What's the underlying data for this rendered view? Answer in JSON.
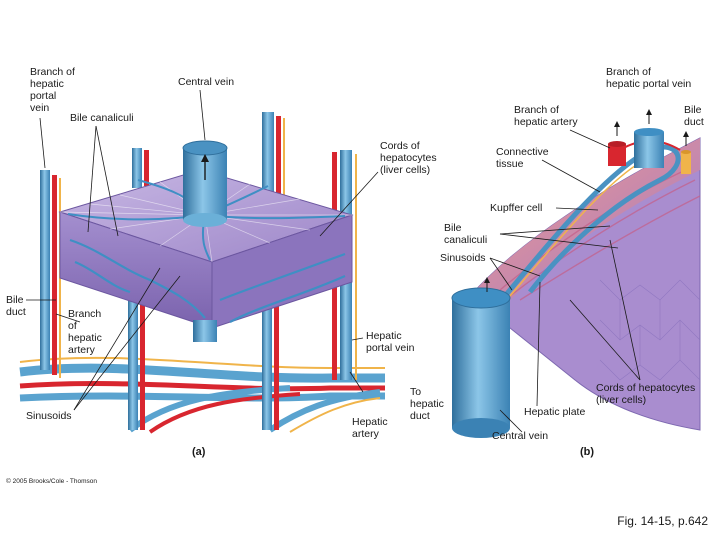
{
  "panel_a": {
    "letter": "(a)",
    "labels": {
      "branch_portal_vein": "Branch of\nhepatic\nportal\nvein",
      "central_vein": "Central vein",
      "bile_canaliculi": "Bile canaliculi",
      "cords": "Cords of\nhepatocytes\n(liver cells)",
      "bile_duct": "Bile\nduct",
      "branch_artery": "Branch\nof\nhepatic\nartery",
      "hepatic_portal_vein": "Hepatic\nportal vein",
      "to_hepatic_duct": "To\nhepatic\nduct",
      "sinusoids": "Sinusoids",
      "hepatic_artery": "Hepatic\nartery"
    }
  },
  "panel_b": {
    "letter": "(b)",
    "labels": {
      "branch_portal_vein": "Branch of\nhepatic portal vein",
      "branch_artery": "Branch of\nhepatic artery",
      "bile_duct": "Bile\nduct",
      "connective_tissue": "Connective\ntissue",
      "kupffer_cell": "Kupffer cell",
      "bile_canaliculi": "Bile\ncanaliculi",
      "sinusoids": "Sinusoids",
      "cords": "Cords of hepatocytes\n(liver cells)",
      "hepatic_plate": "Hepatic plate",
      "central_vein": "Central vein"
    }
  },
  "copyright": "© 2005 Brooks/Cole - Thomson",
  "figure_ref": "Fig. 14-15, p.642",
  "colors": {
    "vein": "#5aa3cf",
    "vein_dark": "#2f6f9c",
    "artery": "#d8262f",
    "bile": "#f0b44a",
    "tissue": "#b6a3d6",
    "tissue_dark": "#7d68b0"
  }
}
